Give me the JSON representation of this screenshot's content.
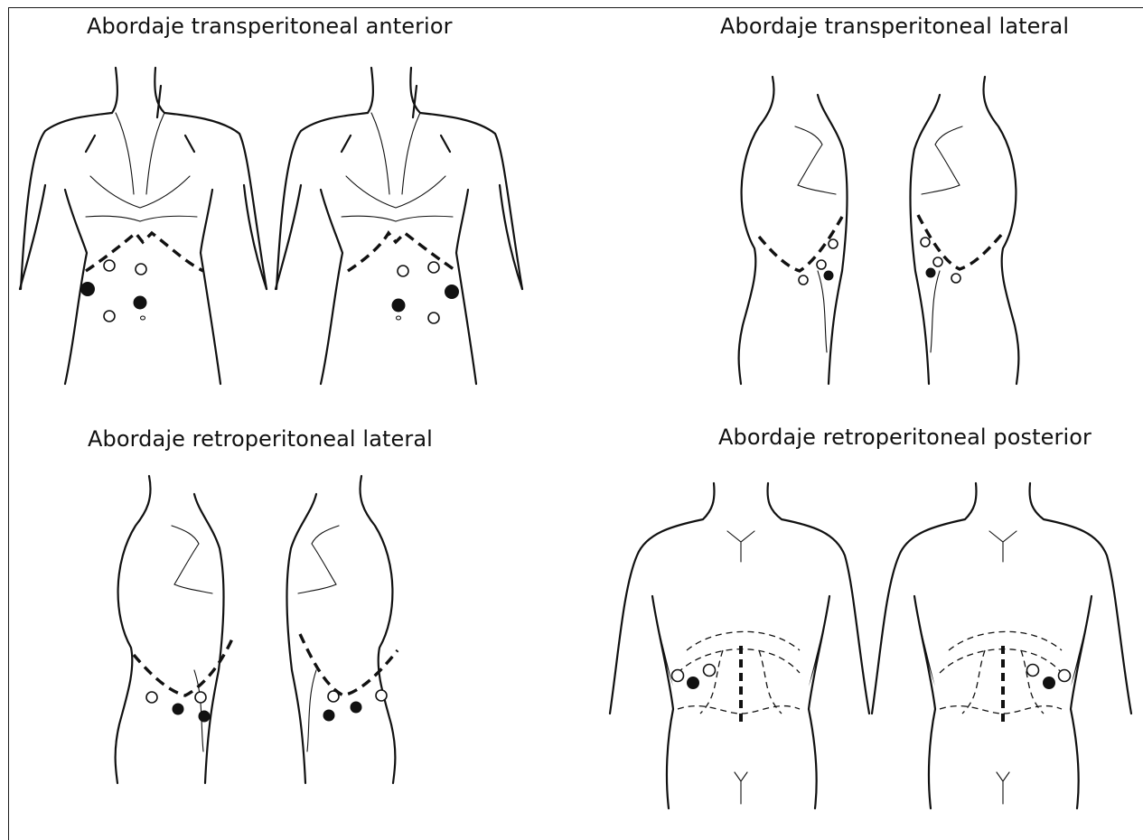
{
  "panels": [
    {
      "title": "Abordaje transperitoneal anterior"
    },
    {
      "title": "Abordaje transperitoneal lateral"
    },
    {
      "title": "Abordaje retroperitoneal lateral"
    },
    {
      "title": "Abordaje retroperitoneal posterior"
    }
  ],
  "legend_note": "",
  "colors": {
    "line": "#111111",
    "background": "#ffffff"
  }
}
